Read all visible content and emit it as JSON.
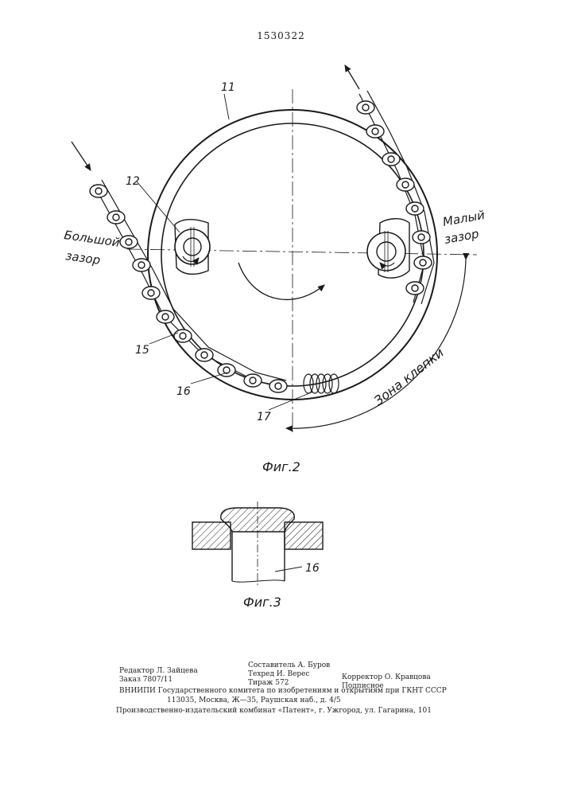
{
  "header": {
    "patent_number": "1530322"
  },
  "fig2": {
    "caption": "Фиг.2",
    "labels": {
      "ring": "11",
      "sprocket": "12",
      "chain": "15",
      "pin": "16",
      "rivet": "17",
      "large_gap_line1": "Большой",
      "large_gap_line2": "зазор",
      "small_gap_line1": "Малый",
      "small_gap_line2": "зазор",
      "riveting_zone": "Зона клепки"
    }
  },
  "fig3": {
    "caption": "Фиг.3",
    "labels": {
      "pin": "16"
    }
  },
  "imprint": {
    "editor": "Редактор Л. Зайцева",
    "compiler": "Составитель А. Буров",
    "techred": "Техред И. Верес",
    "corrector": "Корректор О. Кравцова",
    "order": "Заказ 7807/11",
    "circulation": "Тираж 572",
    "subscription": "Подписное",
    "vniipi": "ВНИИПИ Государственного комитета по изобретениям и открытиям при ГКНТ СССР",
    "address": "113035, Москва, Ж—35, Раушская наб., д. 4/5",
    "plant": "Производственно-издательский комбинат «Патент», г. Ужгород, ул. Гагарина, 101"
  }
}
